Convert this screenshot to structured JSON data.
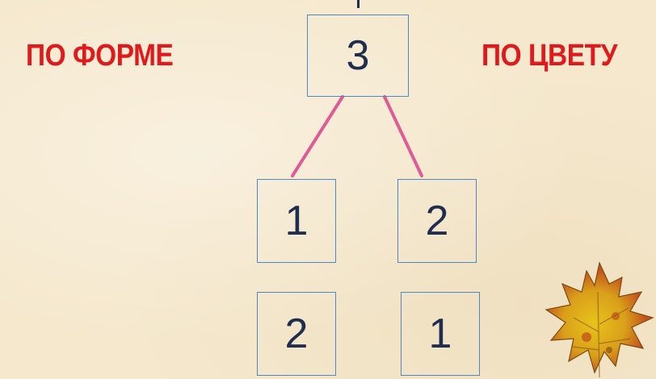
{
  "labels": {
    "left": "ПО ФОРМЕ",
    "right": "ПО ЦВЕТУ"
  },
  "tree": {
    "root": "3",
    "level1": [
      "1",
      "2"
    ],
    "level2": [
      "2",
      "1"
    ]
  },
  "colors": {
    "label_red": "#e0191c",
    "box_border": "#4f86c6",
    "connector_pink": "#e05a96",
    "digit": "#1f2d4f",
    "background": "#f5e8cd"
  },
  "decoration": {
    "icon": "autumn-maple-leaf-icon"
  }
}
